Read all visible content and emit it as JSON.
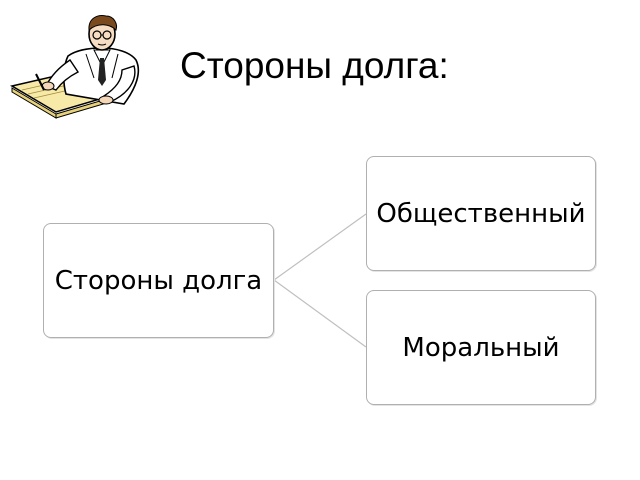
{
  "slide": {
    "title": "Стороны долга:"
  },
  "clipart": {
    "icon": "scholar-writing-icon"
  },
  "diagram": {
    "root": {
      "label": "Стороны долга"
    },
    "children": [
      {
        "label": "Общественный"
      },
      {
        "label": "Моральный"
      }
    ],
    "colors": {
      "node_border": "#b0b0b0",
      "connector": "#c0c0c0"
    }
  }
}
